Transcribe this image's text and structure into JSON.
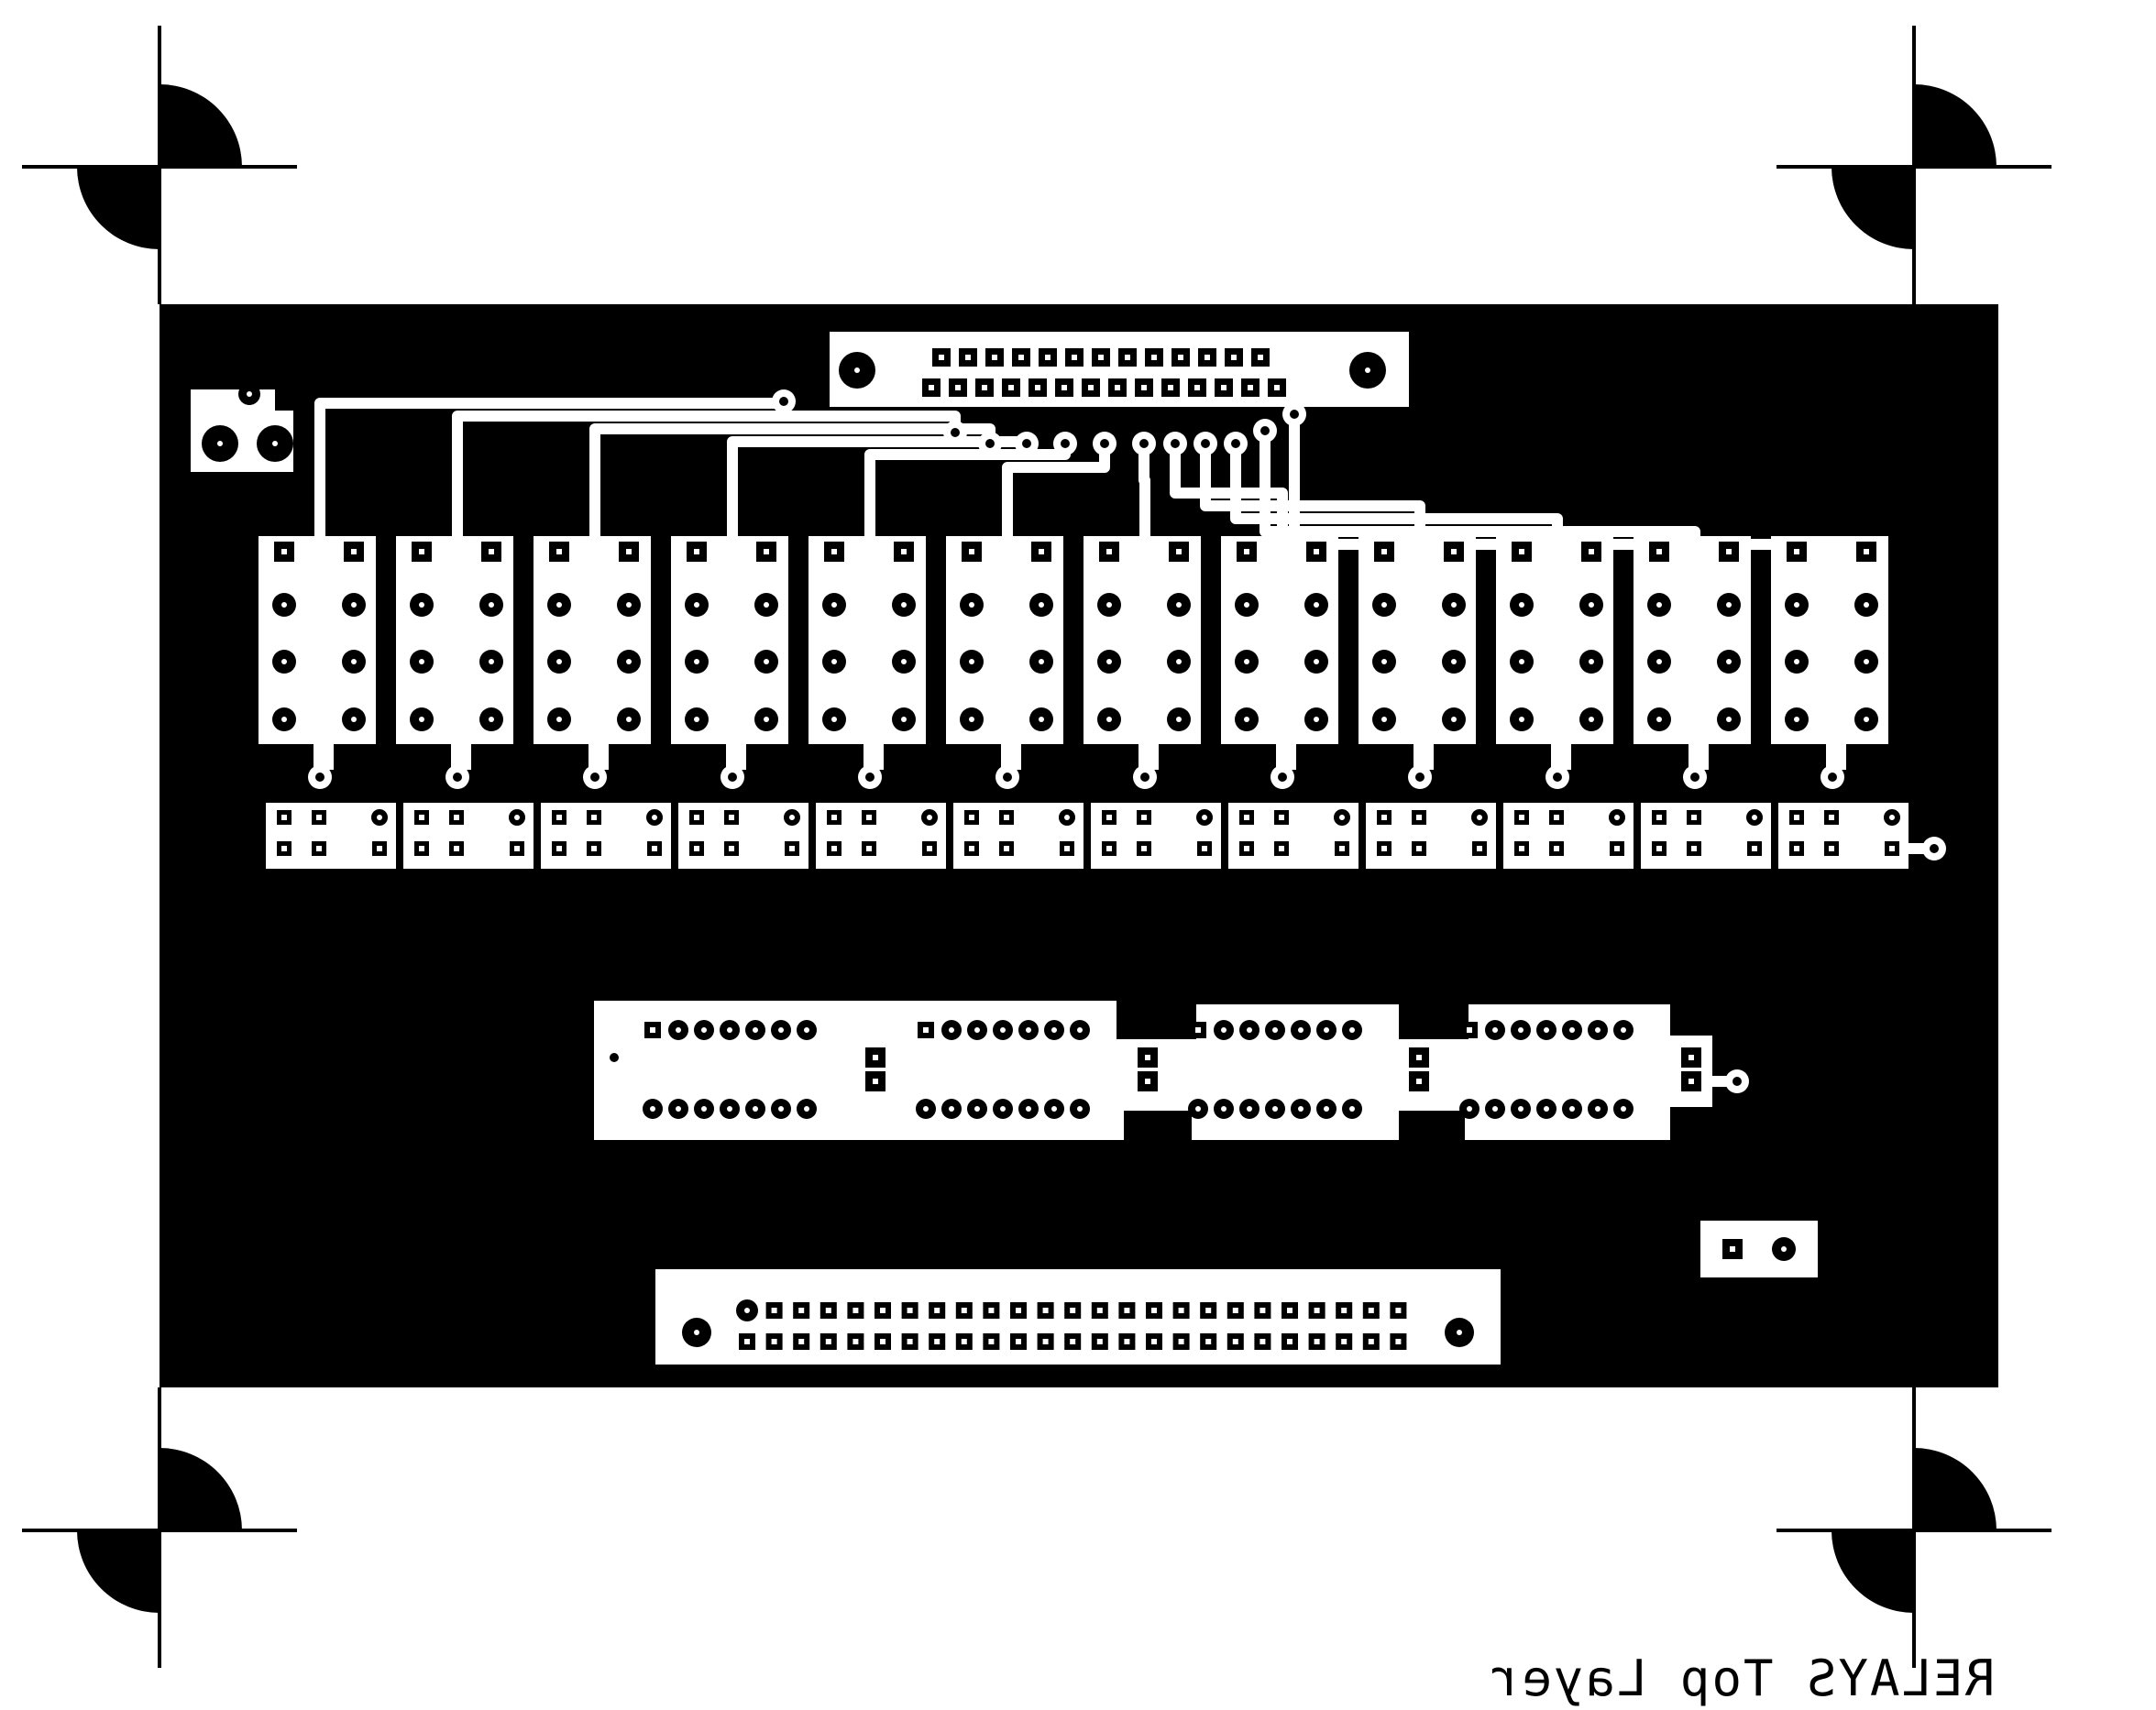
{
  "layer_label": "RELAYS Top Layer",
  "colors": {
    "copper": "#000000",
    "substrate": "#ffffff"
  },
  "relay_count": 12,
  "icons": [
    "registration-mark",
    "relay-footprint",
    "ic-footprint",
    "connector-footprint",
    "pad",
    "via"
  ]
}
